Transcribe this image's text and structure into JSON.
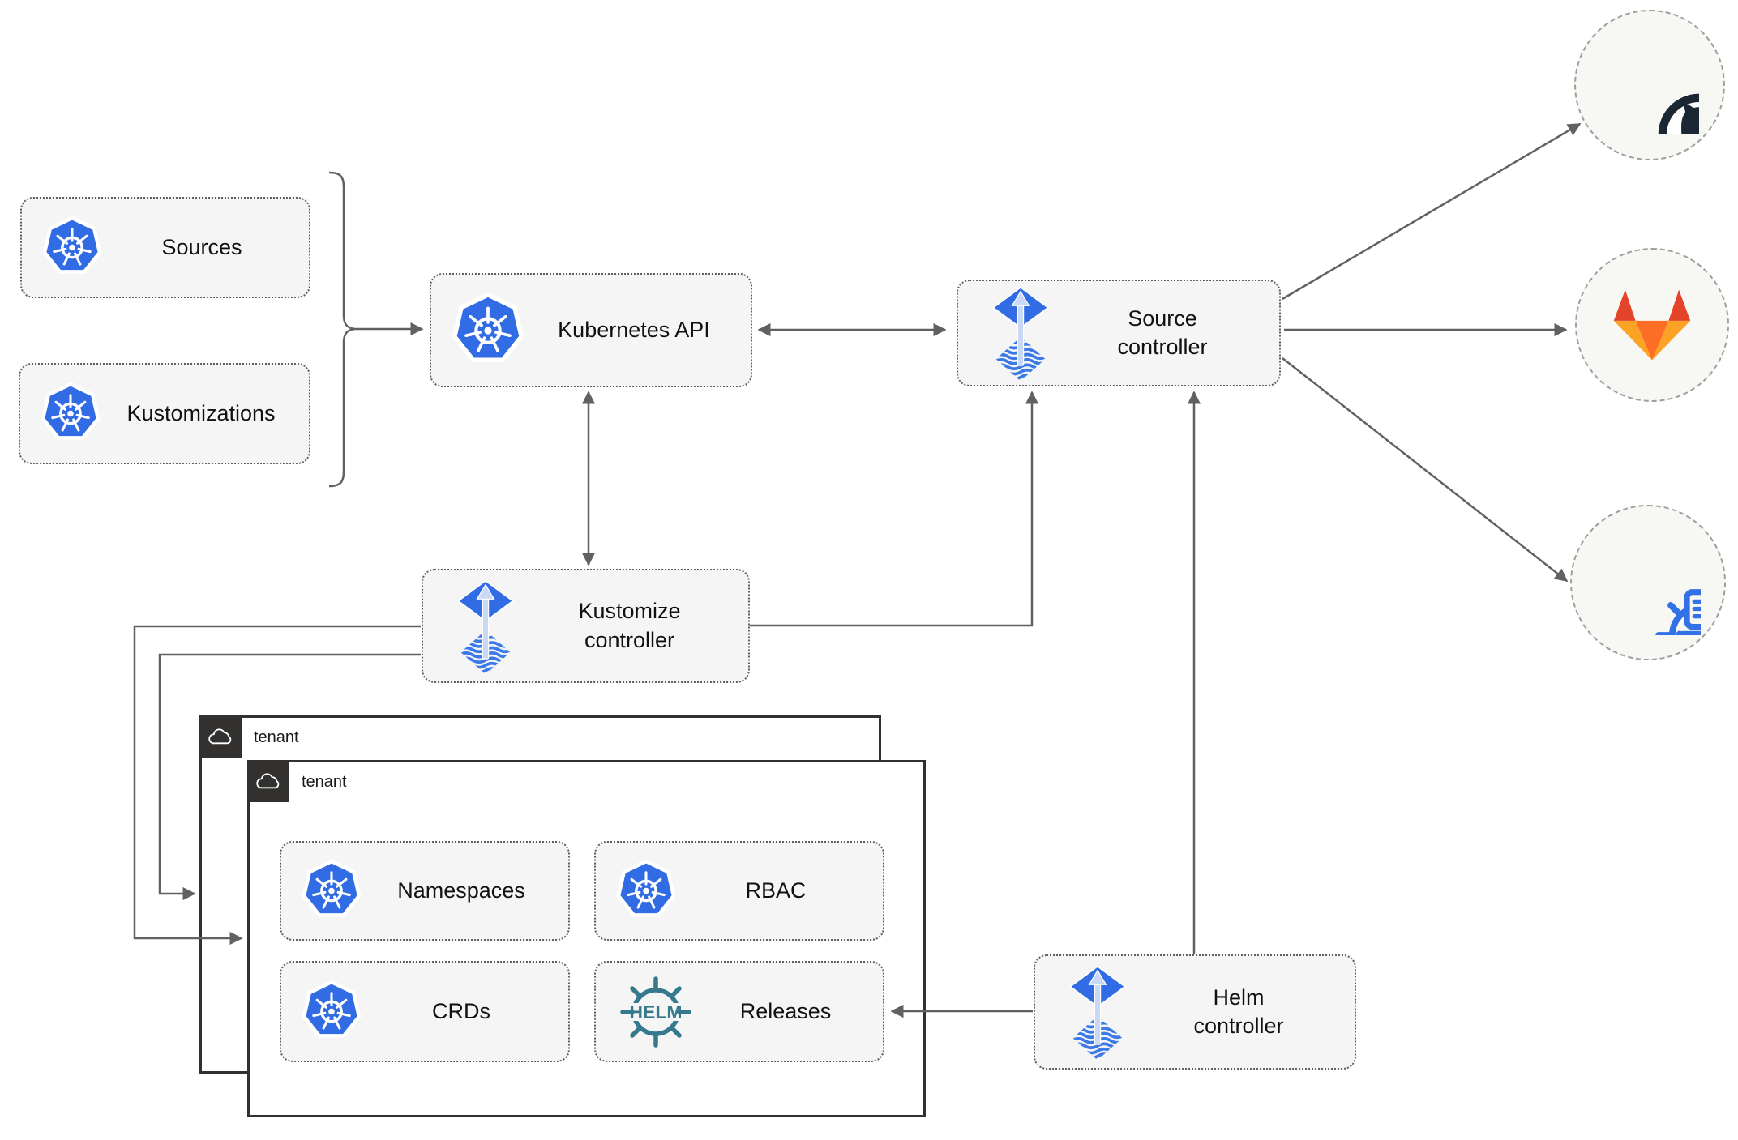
{
  "nodes": {
    "sources": {
      "label": "Sources",
      "icon": "kubernetes-icon"
    },
    "kustomizations": {
      "label": "Kustomizations",
      "icon": "kubernetes-icon"
    },
    "kubernetes_api": {
      "label": "Kubernetes API",
      "icon": "kubernetes-icon"
    },
    "source_controller": {
      "label": "Source\ncontroller",
      "icon": "flux-icon"
    },
    "kustomize_controller": {
      "label": "Kustomize\ncontroller",
      "icon": "flux-icon"
    },
    "helm_controller": {
      "label": "Helm\ncontroller",
      "icon": "flux-icon"
    },
    "tenant_outer": {
      "label": "tenant",
      "icon": "cloud-icon"
    },
    "tenant_inner": {
      "label": "tenant",
      "icon": "cloud-icon"
    },
    "namespaces": {
      "label": "Namespaces",
      "icon": "kubernetes-icon"
    },
    "rbac": {
      "label": "RBAC",
      "icon": "kubernetes-icon"
    },
    "crds": {
      "label": "CRDs",
      "icon": "kubernetes-icon"
    },
    "releases": {
      "label": "Releases",
      "icon": "helm-icon",
      "helm_logo_text": "HELM"
    }
  },
  "external_targets": [
    {
      "name": "github",
      "icon": "github-icon"
    },
    {
      "name": "gitlab",
      "icon": "gitlab-icon"
    },
    {
      "name": "chartmuseum",
      "icon": "chartmuseum-icon"
    }
  ],
  "edges": [
    {
      "from": "sources & kustomizations",
      "to": "kubernetes-api",
      "type": "arrow"
    },
    {
      "from": "kubernetes-api",
      "to": "source-controller",
      "type": "bidirectional"
    },
    {
      "from": "kubernetes-api",
      "to": "kustomize-controller",
      "type": "bidirectional"
    },
    {
      "from": "kustomize-controller",
      "to": "source-controller",
      "type": "arrow"
    },
    {
      "from": "kustomize-controller",
      "to": "tenant-inner",
      "type": "arrow"
    },
    {
      "from": "kustomize-controller",
      "to": "tenant-outer",
      "type": "arrow"
    },
    {
      "from": "helm-controller",
      "to": "source-controller",
      "type": "arrow"
    },
    {
      "from": "helm-controller",
      "to": "releases",
      "type": "arrow"
    },
    {
      "from": "source-controller",
      "to": "github",
      "type": "arrow"
    },
    {
      "from": "source-controller",
      "to": "gitlab",
      "type": "arrow"
    },
    {
      "from": "source-controller",
      "to": "chartmuseum",
      "type": "arrow"
    }
  ],
  "colors": {
    "k8s_blue": "#326CE5",
    "flux_blue": "#316CE4",
    "flux_stripe": "#3B79E8",
    "flux_arrow": "#C9D8F4",
    "helm_teal": "#35798C",
    "chartmuseum_blue": "#3371E7",
    "github_dark": "#1B2733",
    "gitlab_red": "#E24329",
    "gitlab_orange": "#FC6D26",
    "gitlab_yellow": "#FCA326",
    "box_fill": "#F5F5F5",
    "dot_border": "#5F5F5F",
    "dash_border": "#9E9E9E",
    "circle_fill": "#F7F7F4",
    "tenant_border": "#33312F",
    "arrow": "#616161"
  }
}
